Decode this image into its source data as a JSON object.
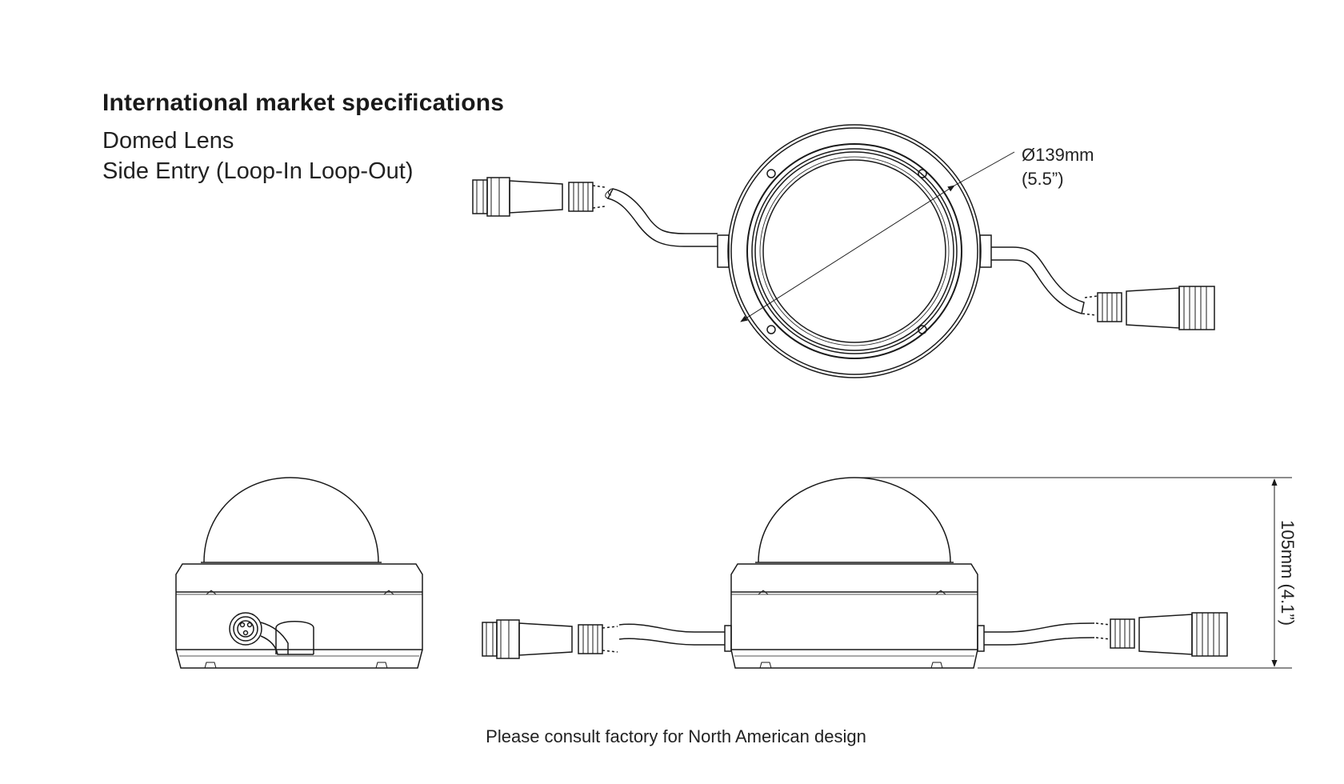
{
  "heading": {
    "title": "International market specifications",
    "line1": "Domed Lens",
    "line2": "Side Entry (Loop-In Loop-Out)"
  },
  "dimensions": {
    "diameter_mm": "Ø139mm",
    "diameter_in": "(5.5”)",
    "height": "105mm (4.1”)"
  },
  "footer": {
    "note": "Please consult factory for North American design"
  },
  "colors": {
    "line": "#1a1a1a",
    "background": "#ffffff"
  }
}
